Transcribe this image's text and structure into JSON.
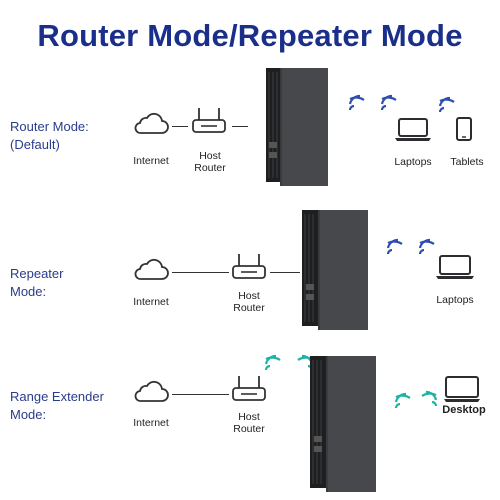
{
  "title": "Router Mode/Repeater Mode",
  "colors": {
    "title": "#1a2f8a",
    "label": "#2a3c8c",
    "wifi_blue": "#2f4fb0",
    "wifi_teal": "#1bb3a6",
    "device": "#2b2d30"
  },
  "sections": [
    {
      "label": "Router Mode:\n(Default)",
      "internet_label": "Internet",
      "host_label": "Host\nRouter",
      "devices": [
        "Laptops",
        "Tablets"
      ],
      "wifi_color": "blue"
    },
    {
      "label": "Repeater\nMode:",
      "internet_label": "Internet",
      "host_label": "Host\nRouter",
      "devices": [
        "Laptops"
      ],
      "wifi_color": "blue"
    },
    {
      "label": "Range Extender\nMode:",
      "internet_label": "Internet",
      "host_label": "Host\nRouter",
      "devices": [
        "Desktop"
      ],
      "wifi_color": "teal"
    }
  ]
}
